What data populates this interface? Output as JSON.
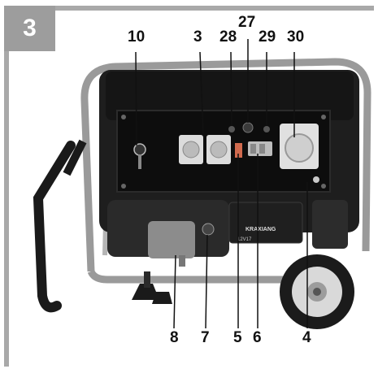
{
  "figure": {
    "number": "3"
  },
  "callouts_top": [
    "10",
    "3",
    "28",
    "27",
    "29",
    "30"
  ],
  "callouts_bottom": [
    "8",
    "7",
    "5",
    "6",
    "4"
  ],
  "product": {
    "brand_text": "KRAXIANG",
    "battery_text": "12V17"
  }
}
